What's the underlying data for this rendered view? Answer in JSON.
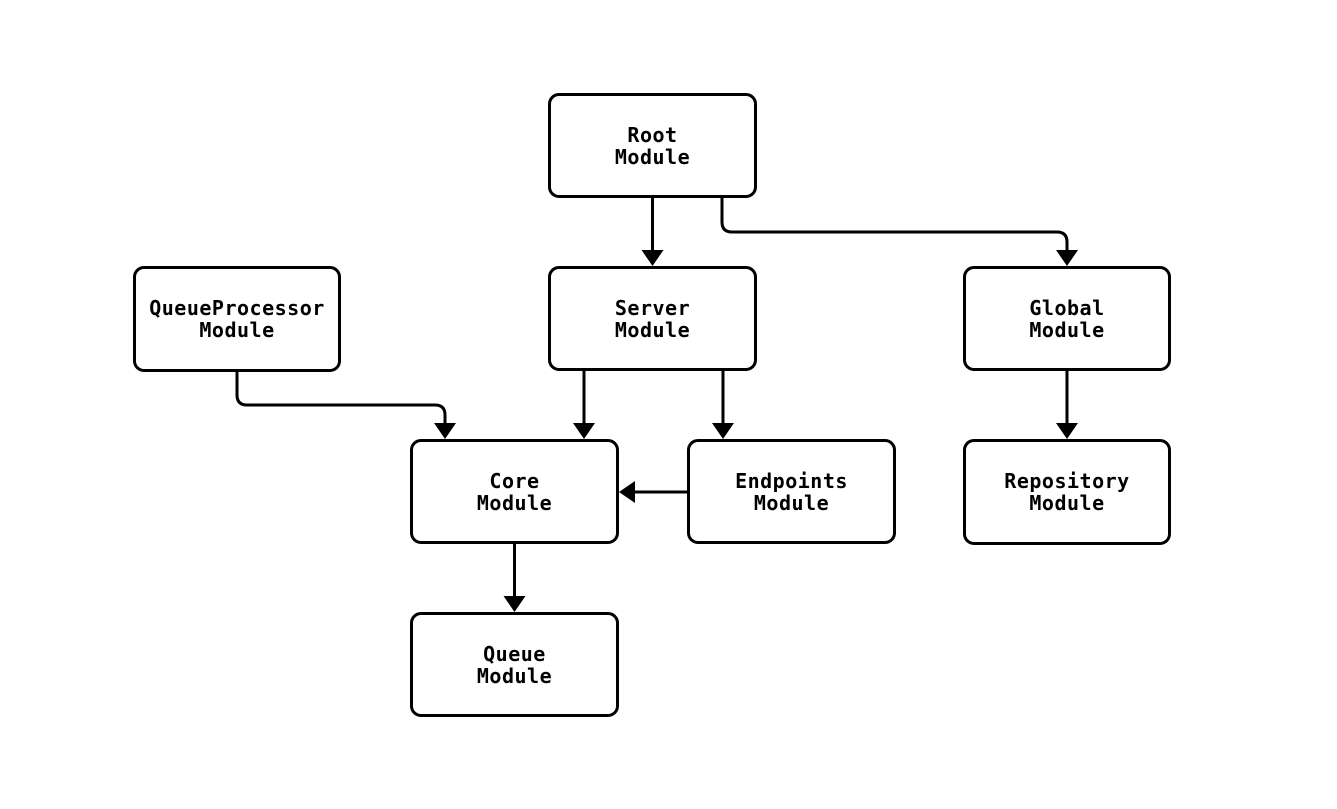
{
  "diagram": {
    "type": "module-dependency-graph",
    "background_color": "#ffffff",
    "stroke_color": "#000000",
    "node_fill_color": "#ffffff",
    "text_color": "#000000",
    "nodes": [
      {
        "id": "root",
        "lines": [
          "Root",
          "Module"
        ]
      },
      {
        "id": "queueprocessor",
        "lines": [
          "QueueProcessor",
          "Module"
        ]
      },
      {
        "id": "server",
        "lines": [
          "Server",
          "Module"
        ]
      },
      {
        "id": "global",
        "lines": [
          "Global",
          "Module"
        ]
      },
      {
        "id": "core",
        "lines": [
          "Core",
          "Module"
        ]
      },
      {
        "id": "endpoints",
        "lines": [
          "Endpoints",
          "Module"
        ]
      },
      {
        "id": "repository",
        "lines": [
          "Repository",
          "Module"
        ]
      },
      {
        "id": "queue",
        "lines": [
          "Queue",
          "Module"
        ]
      }
    ],
    "edges": [
      {
        "from": "Root Module",
        "to": "Server Module"
      },
      {
        "from": "Root Module",
        "to": "Global Module"
      },
      {
        "from": "QueueProcessor Module",
        "to": "Core Module"
      },
      {
        "from": "Server Module",
        "to": "Core Module"
      },
      {
        "from": "Server Module",
        "to": "Endpoints Module"
      },
      {
        "from": "Endpoints Module",
        "to": "Core Module"
      },
      {
        "from": "Global Module",
        "to": "Repository Module"
      },
      {
        "from": "Core Module",
        "to": "Queue Module"
      }
    ]
  }
}
